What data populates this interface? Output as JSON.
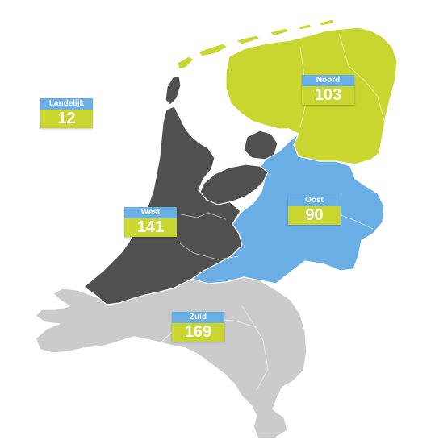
{
  "colors": {
    "label_bg": "#6aaee6",
    "value_bg": "#c8d62f",
    "noord": "#c8d62f",
    "west": "#505050",
    "oost": "#6aaee6",
    "zuid": "#cbcbcb"
  },
  "badges": {
    "landelijk": {
      "label": "Landelijk",
      "value": "12"
    },
    "noord": {
      "label": "Noord",
      "value": "103"
    },
    "west": {
      "label": "West",
      "value": "141"
    },
    "oost": {
      "label": "Oost",
      "value": "90"
    },
    "zuid": {
      "label": "Zuid",
      "value": "169"
    }
  }
}
